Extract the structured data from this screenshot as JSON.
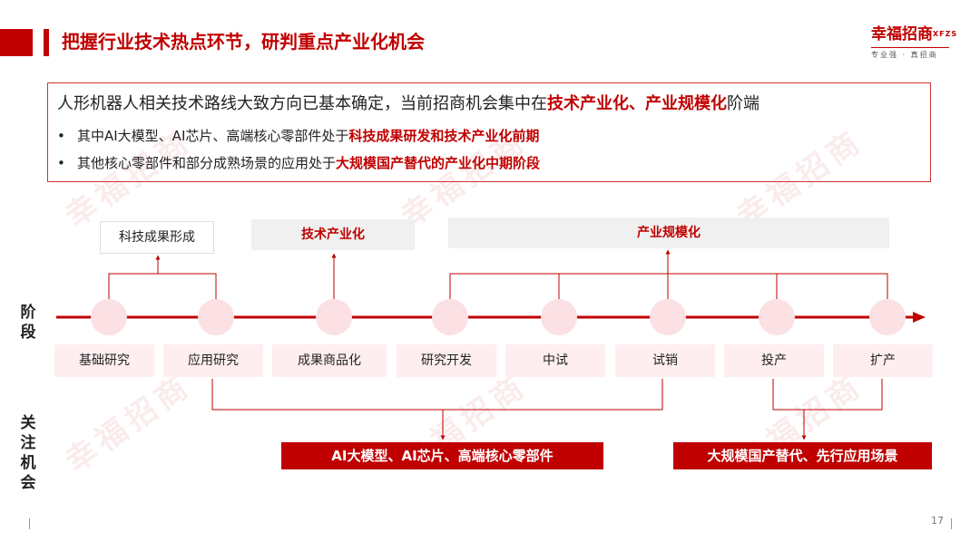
{
  "header": {
    "title": "把握行业技术热点环节，研判重点产业化机会"
  },
  "logo": {
    "name": "幸福招商",
    "sup": "XFZS",
    "tagline": "专业强 · 真招商"
  },
  "summary": {
    "headline_pre": "人形机器人相关技术路线大致方向已基本确定，当前招商机会集中在",
    "headline_em": "技术产业化、产业规模化",
    "headline_post": "阶端",
    "bullets": [
      {
        "dot": "•",
        "pre": "其中AI大模型、AI芯片、高端核心零部件处于",
        "em": "科技成果研发和技术产业化前期"
      },
      {
        "dot": "•",
        "pre": "其他核心零部件和部分成熟场景的应用处于",
        "em": "大规模国产替代的产业化中期阶段"
      }
    ]
  },
  "phases": {
    "p1": "科技成果形成",
    "p2": "技术产业化",
    "p3": "产业规模化"
  },
  "side_labels": {
    "stage": [
      "阶",
      "段"
    ],
    "focus": [
      "关",
      "注",
      "机",
      "会"
    ]
  },
  "stages": [
    "基础研究",
    "应用研究",
    "成果商品化",
    "研究开发",
    "中试",
    "试销",
    "投产",
    "扩产"
  ],
  "focus": {
    "left": "AI大模型、AI芯片、高端核心零部件",
    "right": "大规模国产替代、先行应用场景"
  },
  "watermark": {
    "text": "幸福招商"
  },
  "page_number": "17",
  "colors": {
    "accent": "#c00000",
    "node_fill": "#fbe0e4",
    "stage_fill": "#ffeef0",
    "phase_fill": "#f0f0f0"
  }
}
